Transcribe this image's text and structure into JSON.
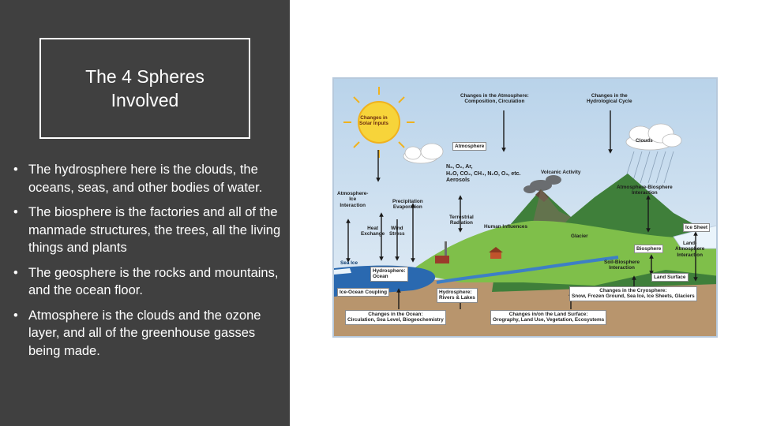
{
  "slide": {
    "title": "The 4 Spheres Involved",
    "bullets": [
      "The hydrosphere here is the clouds, the oceans, seas, and other bodies of water.",
      "The biosphere is the factories and all of the manmade structures, the trees, all the living things and plants",
      "The geosphere is the rocks and mountains,  and the ocean floor.",
      "Atmosphere is the clouds and the ozone layer, and all of the greenhouse gasses being made."
    ],
    "bullet_glyph": "•"
  },
  "diagram": {
    "labels": {
      "solar": "Changes in\nSolar Inputs",
      "atm_changes": "Changes in the Atmosphere:\nComposition, Circulation",
      "hydro_cycle": "Changes in the\nHydrological Cycle",
      "clouds": "Clouds",
      "atmosphere": "Atmosphere",
      "gases": "N₂, O₂, Ar,\nH₂O, CO₂, CH₄, N₂O, O₃, etc.\nAerosols",
      "volcanic": "Volcanic Activity",
      "atm_ice": "Atmosphere-\nIce\nInteraction",
      "precip": "Precipitation\nEvaporation",
      "atm_bio": "Atmosphere-Biosphere\nInteraction",
      "terrestrial": "Terrestrial\nRadiation",
      "heat": "Heat\nExchange",
      "wind": "Wind\nStress",
      "human": "Human Influences",
      "glacier": "Glacier",
      "ice_sheet": "Ice Sheet",
      "land_atm": "Land-\nAtmosphere\nInteraction",
      "sea_ice": "Sea Ice",
      "hydro_ocean": "Hydrosphere:\nOcean",
      "biosphere": "Biosphere",
      "soil_bio": "Soil-Biosphere\nInteraction",
      "land_surface": "Land Surface",
      "ice_ocean": "Ice-Ocean Coupling",
      "hydro_rivers": "Hydrosphere:\nRivers & Lakes",
      "cryosphere": "Changes in the Cryosphere:\nSnow, Frozen Ground, Sea Ice, Ice Sheets, Glaciers",
      "ocean_changes": "Changes in the Ocean:\nCirculation, Sea Level, Biogeochemistry",
      "land_changes": "Changes in/on the Land Surface:\nOrography, Land Use, Vegetation, Ecosystems"
    },
    "colors": {
      "sky": "#cfe1f0",
      "ocean": "#2a69b0",
      "land": "#7fbf4a",
      "mountain": "#3f7f3a",
      "ground": "#b8956d",
      "sun": "#f7d43a"
    }
  }
}
